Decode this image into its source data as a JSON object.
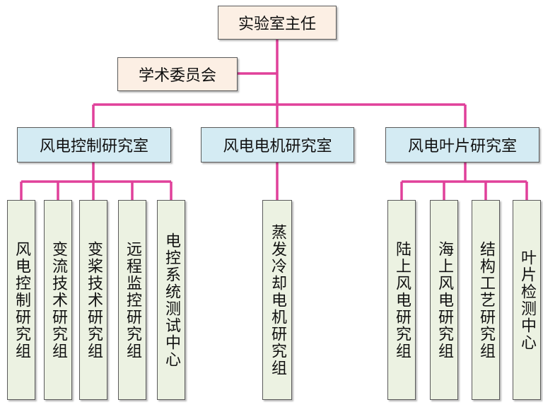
{
  "line_color": "#e0409a",
  "director": "实验室主任",
  "committee": "学术委员会",
  "departments": [
    {
      "name": "风电控制研究室",
      "groups": [
        "风电控制研究组",
        "变流技术研究组",
        "变桨技术研究组",
        "远程监控研究组",
        "电控系统测试中心"
      ]
    },
    {
      "name": "风电电机研究室",
      "groups": [
        "蒸发冷却电机研究组"
      ]
    },
    {
      "name": "风电叶片研究室",
      "groups": [
        "陆上风电研究组",
        "海上风电研究组",
        "结构工艺研究组",
        "叶片检测中心"
      ]
    }
  ]
}
